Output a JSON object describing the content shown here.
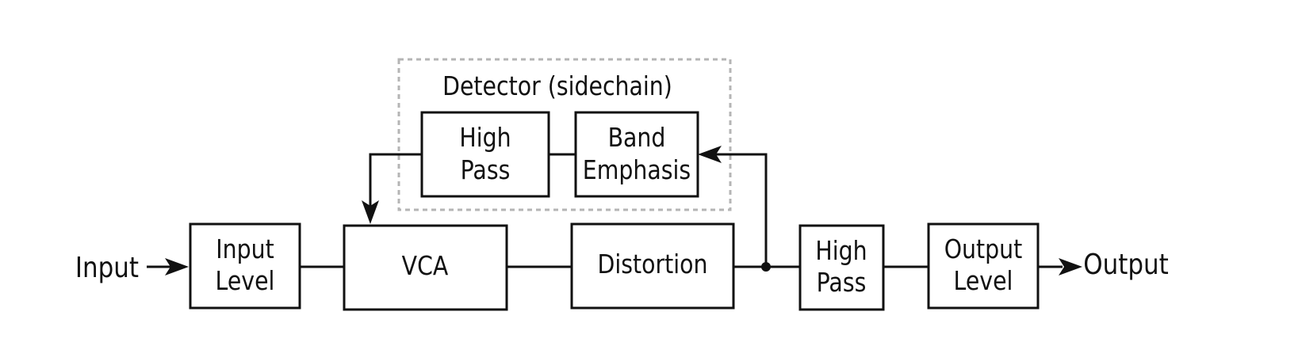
{
  "diagram": {
    "input_label": "Input",
    "output_label": "Output",
    "detector_title": "Detector (sidechain)",
    "blocks": {
      "input_level": [
        "Input",
        "Level"
      ],
      "vca": [
        "VCA"
      ],
      "distortion": [
        "Distortion"
      ],
      "high_pass_main": [
        "High",
        "Pass"
      ],
      "output_level": [
        "Output",
        "Level"
      ],
      "high_pass_detector": [
        "High",
        "Pass"
      ],
      "band_emphasis": [
        "Band",
        "Emphasis"
      ]
    }
  }
}
